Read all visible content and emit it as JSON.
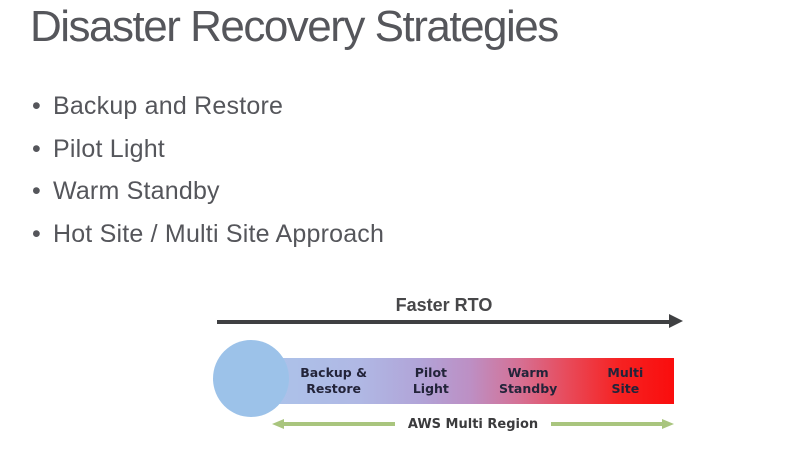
{
  "slide": {
    "title": "Disaster Recovery Strategies",
    "bullets": [
      "Backup and Restore",
      "Pilot Light",
      "Warm Standby",
      "Hot Site / Multi Site Approach"
    ]
  },
  "diagram": {
    "rto_arrow_label": "Faster RTO",
    "spectrum_labels": [
      "Backup &\nRestore",
      "Pilot\nLight",
      "Warm\nStandby",
      "Multi\nSite"
    ],
    "region_arrow_label": "AWS Multi Region",
    "colors": {
      "circle_blue": "#9cc2e9",
      "gradient_start_blue": "#abc5eb",
      "gradient_end_red": "#fa0d0d",
      "rto_arrow_dark": "#3f4042",
      "region_arrow_green": "#a9c57e",
      "body_text_gray": "#55565b",
      "spectrum_label_dark": "#23243a"
    }
  }
}
